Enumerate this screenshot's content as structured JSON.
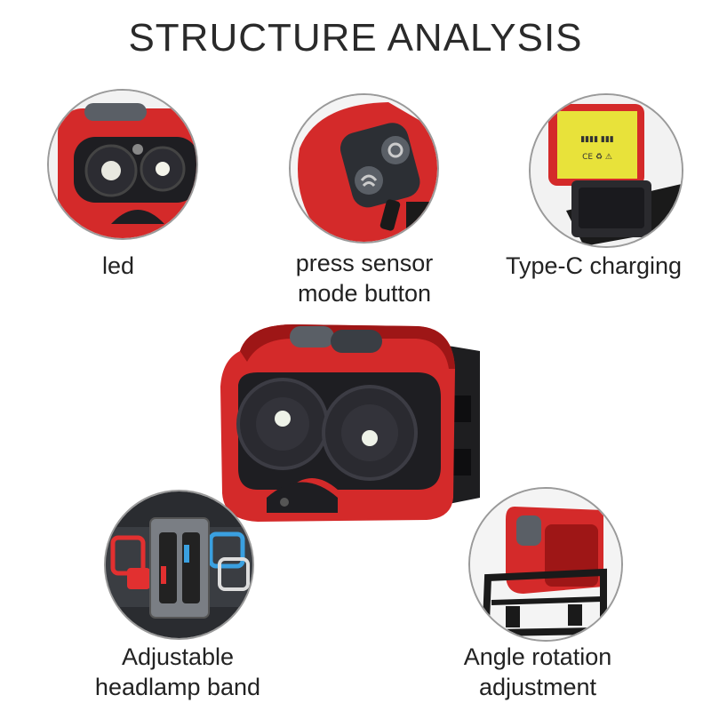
{
  "page": {
    "title": "STRUCTURE ANALYSIS"
  },
  "features": {
    "led": {
      "label": "led"
    },
    "sensor": {
      "line1": "press sensor",
      "line2": "mode button"
    },
    "charging": {
      "label": "Type-C charging"
    },
    "band": {
      "line1": "Adjustable",
      "line2": "headlamp band"
    },
    "angle": {
      "line1": "Angle rotation",
      "line2": "adjustment"
    }
  },
  "colors": {
    "product_red": "#d42a2a",
    "dark_red": "#9e1616",
    "lens_black": "#1e1e22",
    "strap_black": "#1a1a1a",
    "battery_yellow": "#e8e23a",
    "button_grey": "#5a5f66"
  }
}
